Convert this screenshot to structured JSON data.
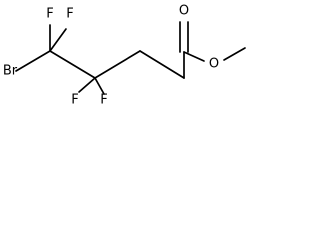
{
  "molecule": {
    "atoms": {
      "br": "Br",
      "f1": "F",
      "f2": "F",
      "f3": "F",
      "f4": "F",
      "o_carbonyl": "O",
      "o_ester": "O"
    }
  }
}
